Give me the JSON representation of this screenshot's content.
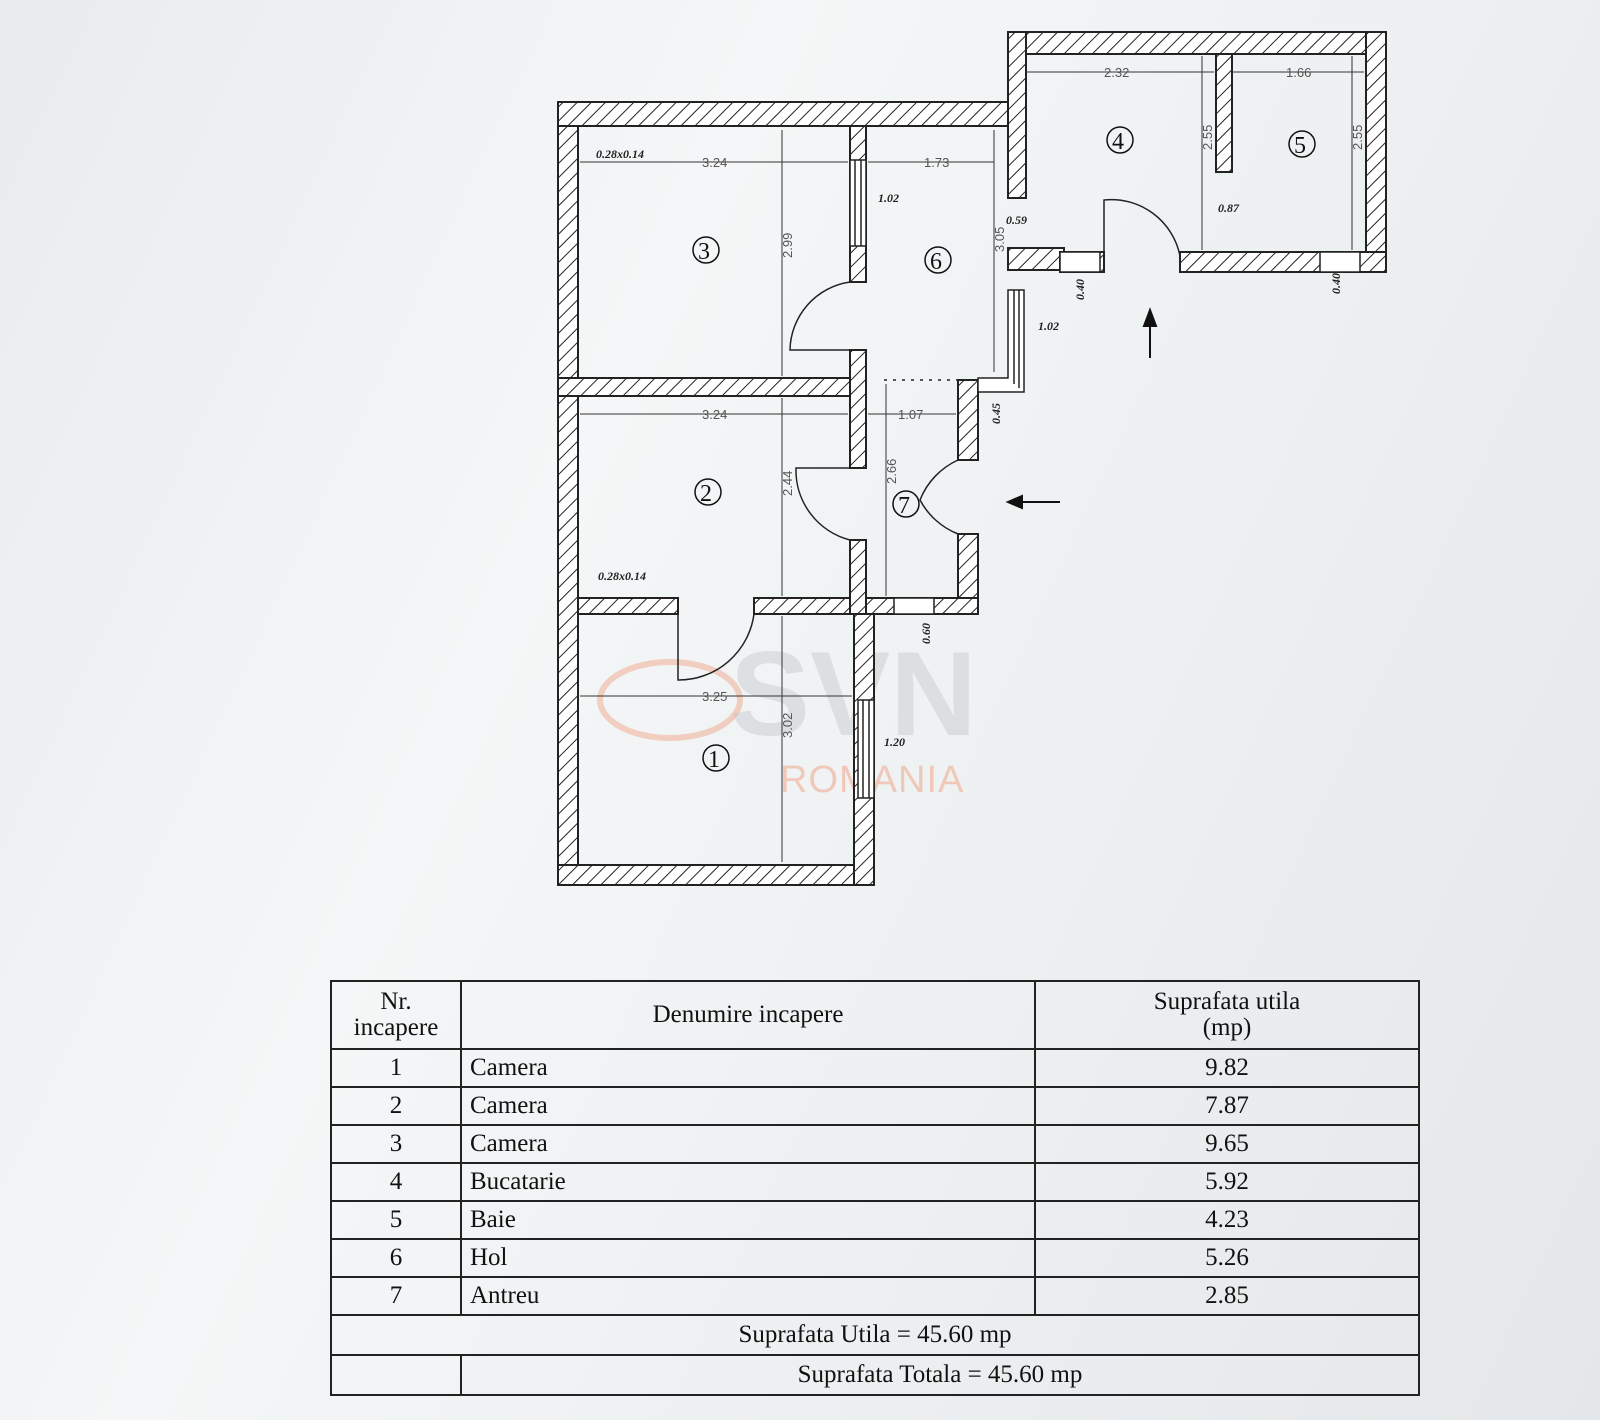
{
  "plan": {
    "rooms": [
      {
        "num": "1"
      },
      {
        "num": "2"
      },
      {
        "num": "3"
      },
      {
        "num": "4"
      },
      {
        "num": "5"
      },
      {
        "num": "6"
      },
      {
        "num": "7"
      }
    ],
    "dimensions": {
      "r3_width": "3.24",
      "r3_height": "2.99",
      "r3_niche": "0.28x0.14",
      "r2_width": "3.24",
      "r2_height": "2.44",
      "r2_niche": "0.28x0.14",
      "r1_width": "3.25",
      "r1_height": "3.02",
      "r1_window": "1.20",
      "r6_width": "1.73",
      "r6_height": "3.05",
      "r6_door": "1.02",
      "r6_step": "0.59",
      "r6_window": "1.02",
      "r6_wall": "0.40",
      "r4_width": "2.32",
      "r4_height": "2.55",
      "r5_width": "1.66",
      "r5_height": "2.55",
      "r5_wall": "0.87",
      "r5_sill": "0.40",
      "r7_width": "1.07",
      "r7_height": "2.66",
      "r7_wall": "0.45",
      "r7_sill": "0.60"
    },
    "watermark": {
      "brand": "SVN",
      "sub": "ROMANIA"
    }
  },
  "table": {
    "headers": {
      "nr_line1": "Nr.",
      "nr_line2": "incapere",
      "name": "Denumire  incapere",
      "area_line1": "Suprafata  utila",
      "area_line2": "(mp)"
    },
    "rows": [
      {
        "nr": "1",
        "name": "Camera",
        "area": "9.82"
      },
      {
        "nr": "2",
        "name": "Camera",
        "area": "7.87"
      },
      {
        "nr": "3",
        "name": "Camera",
        "area": "9.65"
      },
      {
        "nr": "4",
        "name": "Bucatarie",
        "area": "5.92"
      },
      {
        "nr": "5",
        "name": "Baie",
        "area": "4.23"
      },
      {
        "nr": "6",
        "name": "Hol",
        "area": "5.26"
      },
      {
        "nr": "7",
        "name": "Antreu",
        "area": "2.85"
      }
    ],
    "useful_total": "Suprafata Utila  = 45.60 mp",
    "total": "Suprafata Totala  = 45.60 mp"
  },
  "colors": {
    "wall": "#222222",
    "paper": "#eef1f2",
    "watermark_accent": "#f0a78a"
  }
}
